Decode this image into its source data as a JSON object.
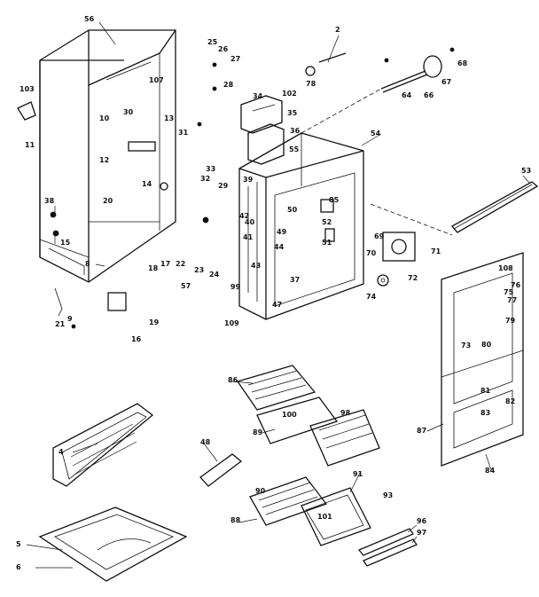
{
  "callouts": [
    "2",
    "4",
    "5",
    "6",
    "8",
    "9",
    "10",
    "11",
    "12",
    "13",
    "14",
    "15",
    "16",
    "17",
    "18",
    "19",
    "20",
    "21",
    "22",
    "23",
    "24",
    "25",
    "26",
    "27",
    "28",
    "29",
    "30",
    "31",
    "32",
    "33",
    "34",
    "35",
    "36",
    "37",
    "38",
    "39",
    "40",
    "41",
    "42",
    "43",
    "44",
    "47",
    "48",
    "49",
    "50",
    "51",
    "52",
    "53",
    "54",
    "55",
    "56",
    "57",
    "64",
    "66",
    "67",
    "68",
    "69",
    "70",
    "71",
    "72",
    "73",
    "74",
    "75",
    "76",
    "77",
    "78",
    "79",
    "80",
    "81",
    "82",
    "83",
    "84",
    "85",
    "86",
    "87",
    "88",
    "89",
    "90",
    "91",
    "93",
    "96",
    "97",
    "98",
    "99",
    "100",
    "101",
    "102",
    "103",
    "107",
    "108",
    "109"
  ],
  "line_color": "#111111",
  "background": "#ffffff"
}
